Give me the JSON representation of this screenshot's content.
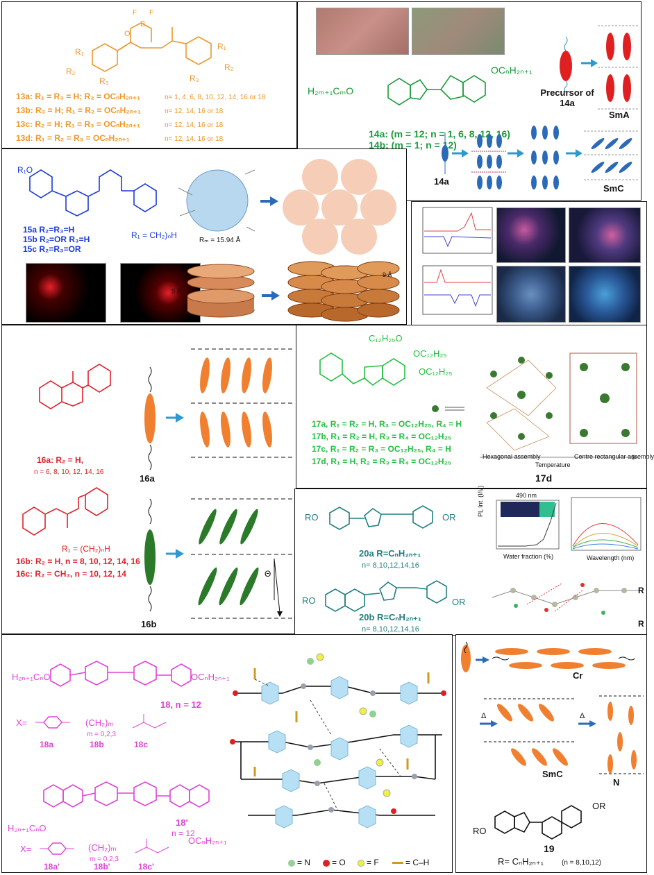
{
  "p13": {
    "l1": "13a: R₁ = R₃ = H; R₂ = OCₙH₂ₙ₊₁",
    "n1": "n= 1, 4, 6, 8, 10, 12, 14, 16 or 18",
    "l2": "13b: R₃ = H; R₁ = R₂ = OCₙH₂ₙ₊₁",
    "n2": "n= 12, 14, 16 or 18",
    "l3": "13c: R₂ = H; R₁ = R₃ = OCₙH₂ₙ₊₁",
    "n3": "n= 12, 14, 16 or 18",
    "l4": "13d: R₁ = R₂ = R₃ = OCₙH₂ₙ₊₁",
    "n4": "n= 12, 14, 16 or 18",
    "r1": "R₁",
    "r2": "R₂",
    "r3": "R₃",
    "F": "F",
    "B": "B",
    "O": "O"
  },
  "p14": {
    "left_chain": "H₂ₘ₊₁CₘO",
    "right_chain": "OCₙH₂ₙ₊₁",
    "l1": "14a: (m = 12; n = 1, 6, 8, 12, 16)",
    "l2": "14b: (m = 1; n = 12)",
    "precursor": "Precursor of 14a",
    "lbl14a": "14a",
    "smA": "SmA",
    "smC": "SmC"
  },
  "p15": {
    "l1": "15a R₂=R₃=H",
    "l2": "15b R₂=OR R₃=H",
    "l3": "15c R₂=R₃=OR",
    "rdef": "R₁ = CH₂)ₙH",
    "radius": "Rₘ = 15.94 Å",
    "nineA": "9 Å",
    "nineA2": "9 Å",
    "r1o": "R₁O"
  },
  "p16": {
    "a": "16a: R₂ = H,",
    "an": "n = 6, 8, 10, 12, 14, 16",
    "rdef": "R₁ = (CH₂)ₙH",
    "b": "16b: R₂ = H, n = 8, 10, 12, 14, 16",
    "c": "16c: R₂ = CH₃, n = 10, 12, 14",
    "lbl_a": "16a",
    "lbl_b": "16b",
    "theta": "Θ"
  },
  "p17": {
    "top_chain": "C₁₂H₂₅O",
    "r_chain1": "OC₁₂H₂₅",
    "r_chain2": "OC₁₂H₂₅",
    "a": "17a, R₁ = R₂ = H, R₃ = OC₁₂H₂₅, R₄ = H",
    "b": "17b, R₁ = R₂ = H, R₃ = R₄ = OC₁₂H₂₅",
    "c": "17c, R₁ = R₂ = R₃ = OC₁₂H₂₅, R₄ = H",
    "d": "17d, R₁ = H, R₂ = R₃ = R₄ = OC₁₂H₂₅",
    "hex": "Hexagonal assembly",
    "rect": "Centre rectangular assembly",
    "temp": "Temperature",
    "lbl": "17d"
  },
  "p20": {
    "a": "20a R=CₙH₂ₙ₊₁",
    "an": "n= 8,10,12,14,16",
    "b": "20b R=CₙH₂ₙ₊₁",
    "bn": "n= 8,10,12,14,16",
    "xaxis": "Water fraction (%)",
    "yaxis": "PL Int. (I/I₀)",
    "wl": "Wavelength (nm)",
    "nm": "490 nm",
    "RO": "RO",
    "OR": "OR",
    "R": "R"
  },
  "p18": {
    "left_chain": "H₂ₙ₊₁CₙO",
    "right_chain": "OCₙH₂ₙ₊₁",
    "lbl": "18, n = 12",
    "x1": "X=",
    "ch2": "(CH₂)ₘ",
    "m": "m = 0,2,3",
    "a": "18a",
    "b": "18b",
    "c": "18c",
    "lbl2": "18'",
    "n2": "n = 12",
    "left_chain2": "H₂ₙ₊₁CₙO",
    "right_chain2": "OCₙH₂ₙ₊₁",
    "x2": "X=",
    "ch2b": "(CH₂)ₘ",
    "m2": "m = 0,2,3",
    "a2": "18a'",
    "b2": "18b'",
    "c2": "18c'",
    "legN": "= N",
    "legO": "= O",
    "legF": "= F",
    "legCH": "= C–H"
  },
  "p19": {
    "cr": "Cr",
    "smc": "SmC",
    "n": "N",
    "lbl": "19",
    "rdef": "R= CₙH₂ₙ₊₁",
    "rn": "(n = 8,10,12)",
    "RO": "RO",
    "OR": "OR"
  },
  "colors": {
    "orange": "#f0962a",
    "green": "#1a9a3a",
    "blue": "#1a3ad8",
    "red": "#e0202a",
    "lime": "#22c040",
    "teal": "#1f7f80",
    "magenta": "#e040d8"
  }
}
